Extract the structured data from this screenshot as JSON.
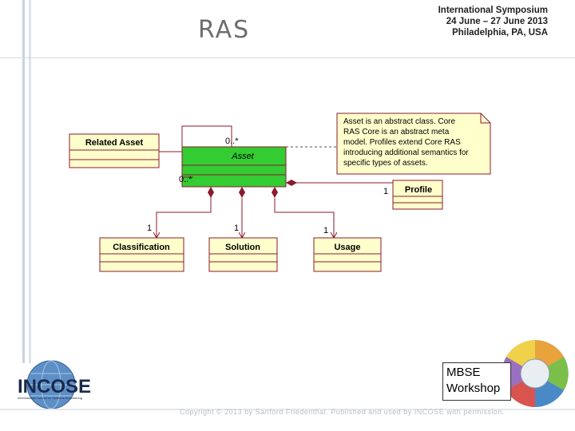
{
  "slide": {
    "title": "RAS",
    "event": {
      "line1": "International Symposium",
      "line2": "24 June – 27 June 2013",
      "line3": "Philadelphia, PA, USA"
    }
  },
  "diagram": {
    "classes": {
      "related_asset": "Related Asset",
      "asset": "Asset",
      "profile": "Profile",
      "classification": "Classification",
      "solution": "Solution",
      "usage": "Usage"
    },
    "note": [
      "Asset is an abstract class. Core",
      "RAS Core is an abstract meta",
      "model. Profiles extend Core RAS",
      "introducing additional semantics for",
      "specific types of assets."
    ],
    "multiplicities": {
      "self_top": "0..*",
      "self_left": "0..*",
      "profile": "1",
      "classification": "1",
      "solution": "1",
      "usage": "1"
    },
    "colors": {
      "asset_fill": "#33cc33",
      "class_fill": "#ffffcc",
      "note_fill": "#ffffcc",
      "line": "#8b1a2e"
    }
  },
  "footer": {
    "logo_text": "INCOSE",
    "logo_subtext": "International Council on Systems Engineering",
    "mbse_line1": "MBSE",
    "mbse_line2": "Workshop",
    "copyright": "Copyright © 2013 by Sanford Friedenthal. Published and used by INCOSE with permission."
  }
}
